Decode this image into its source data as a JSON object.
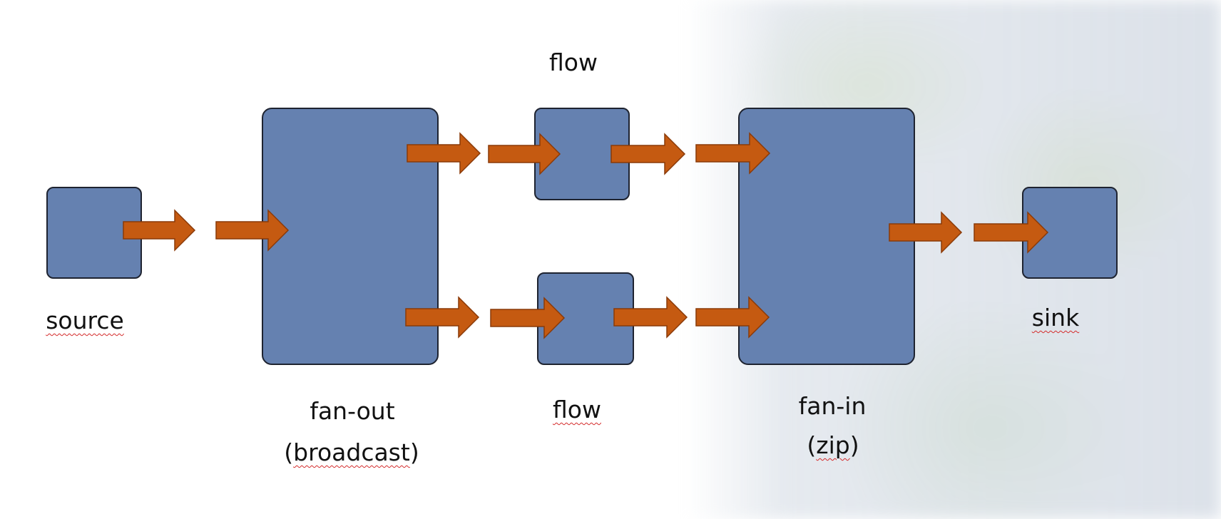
{
  "diagram": {
    "labels": {
      "source": "source",
      "fan_out_line1": "fan-out",
      "fan_out_line2_open": "(",
      "fan_out_line2_word": "broadcast",
      "fan_out_line2_close": ")",
      "flow_top": "flow",
      "flow_bottom": "flow",
      "fan_in_line1": "fan-in",
      "fan_in_line2_open": "(",
      "fan_in_line2_word": "zip",
      "fan_in_line2_close": ")",
      "sink": "sink"
    },
    "colors": {
      "box_fill": "#6581b0",
      "box_border": "#1e2330",
      "arrow_fill": "#c55a11",
      "arrow_stroke": "#8a3a08",
      "spellcheck_underline": "#d42a2a"
    }
  }
}
